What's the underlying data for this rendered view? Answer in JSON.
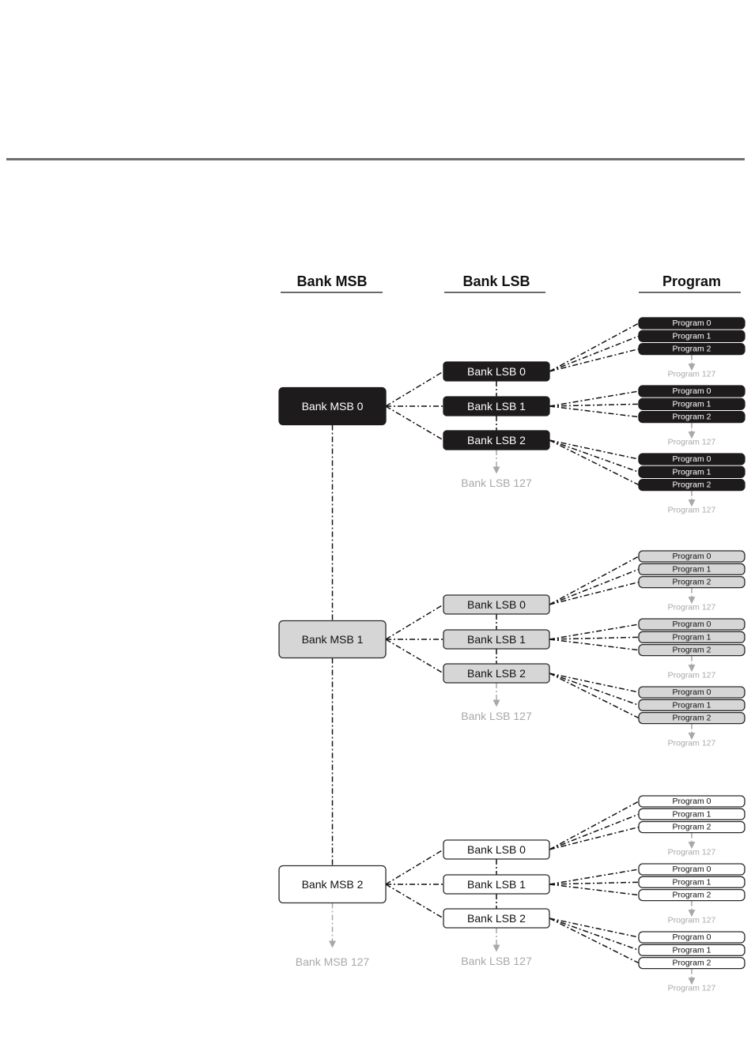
{
  "headers": {
    "msb": "Bank MSB",
    "lsb": "Bank LSB",
    "program": "Program"
  },
  "styles": [
    {
      "fill": "#1e1b1c",
      "stroke": "#1e1b1c",
      "text": "#ffffff"
    },
    {
      "fill": "#d6d6d6",
      "stroke": "#2a2a2a",
      "text": "#111111"
    },
    {
      "fill": "#ffffff",
      "stroke": "#2a2a2a",
      "text": "#111111"
    }
  ],
  "msb_banks": [
    {
      "label": "Bank MSB 0",
      "lsb_banks": [
        {
          "label": "Bank LSB 0",
          "programs": [
            "Program 0",
            "Program 1",
            "Program 2"
          ],
          "more": "Program 127"
        },
        {
          "label": "Bank LSB 1",
          "programs": [
            "Program 0",
            "Program 1",
            "Program 2"
          ],
          "more": "Program 127"
        },
        {
          "label": "Bank LSB 2",
          "programs": [
            "Program 0",
            "Program 1",
            "Program 2"
          ],
          "more": "Program 127"
        }
      ],
      "lsb_more": "Bank LSB 127"
    },
    {
      "label": "Bank MSB 1",
      "lsb_banks": [
        {
          "label": "Bank LSB 0",
          "programs": [
            "Program 0",
            "Program 1",
            "Program 2"
          ],
          "more": "Program 127"
        },
        {
          "label": "Bank LSB 1",
          "programs": [
            "Program 0",
            "Program 1",
            "Program 2"
          ],
          "more": "Program 127"
        },
        {
          "label": "Bank LSB 2",
          "programs": [
            "Program 0",
            "Program 1",
            "Program 2"
          ],
          "more": "Program 127"
        }
      ],
      "lsb_more": "Bank LSB 127"
    },
    {
      "label": "Bank MSB 2",
      "lsb_banks": [
        {
          "label": "Bank LSB 0",
          "programs": [
            "Program 0",
            "Program 1",
            "Program 2"
          ],
          "more": "Program 127"
        },
        {
          "label": "Bank LSB 1",
          "programs": [
            "Program 0",
            "Program 1",
            "Program 2"
          ],
          "more": "Program 127"
        },
        {
          "label": "Bank LSB 2",
          "programs": [
            "Program 0",
            "Program 1",
            "Program 2"
          ],
          "more": "Program 127"
        }
      ],
      "lsb_more": "Bank LSB 127"
    }
  ],
  "msb_more": "Bank MSB 127"
}
